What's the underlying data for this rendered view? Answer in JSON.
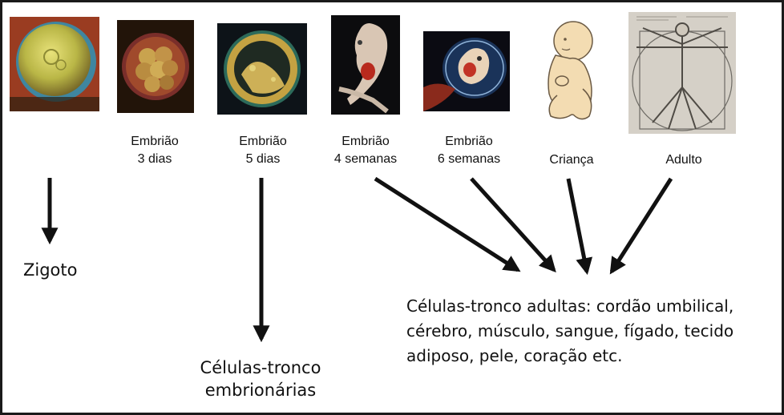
{
  "stages": [
    {
      "id": "zigoto",
      "image": "zygote-photo",
      "label_lines": []
    },
    {
      "id": "embriao-3-dias",
      "image": "embryo-3-days-photo",
      "label_lines": [
        "Embrião",
        "3 dias"
      ]
    },
    {
      "id": "embriao-5-dias",
      "image": "embryo-5-days-photo",
      "label_lines": [
        "Embrião",
        "5 dias"
      ]
    },
    {
      "id": "embriao-4-semanas",
      "image": "embryo-4-weeks-photo",
      "label_lines": [
        "Embrião",
        "4 semanas"
      ]
    },
    {
      "id": "embriao-6-semanas",
      "image": "embryo-6-weeks-photo",
      "label_lines": [
        "Embrião",
        "6 semanas"
      ]
    },
    {
      "id": "crianca",
      "image": "child-drawing",
      "label_lines": [
        "Criança"
      ]
    },
    {
      "id": "adulto",
      "image": "vitruvian-man-drawing",
      "label_lines": [
        "Adulto"
      ]
    }
  ],
  "outcomes": {
    "zigoto": {
      "lines": [
        "Zigoto"
      ]
    },
    "embrionarias": {
      "lines": [
        "Células-tronco",
        "embrionárias"
      ]
    },
    "adultas": {
      "lines": [
        "Células-tronco adultas: cordão umbilical,",
        "cérebro, músculo, sangue, fígado, tecido",
        "adiposo, pele, coração etc."
      ]
    }
  },
  "colors": {
    "arrow": "#111111",
    "border": "#1a1a1a",
    "text": "#111111"
  }
}
